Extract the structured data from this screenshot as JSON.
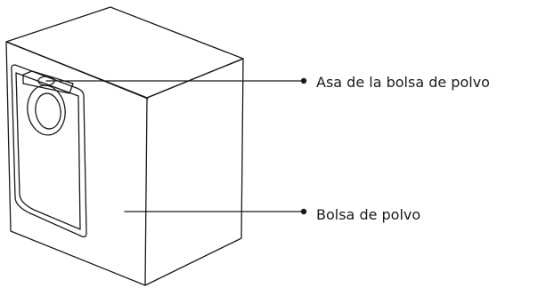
{
  "callouts": [
    {
      "id": "handle",
      "label": "Asa de la bolsa de polvo"
    },
    {
      "id": "bag",
      "label": "Bolsa de polvo"
    }
  ],
  "colors": {
    "stroke": "#1a1a1a",
    "background": "#ffffff"
  }
}
